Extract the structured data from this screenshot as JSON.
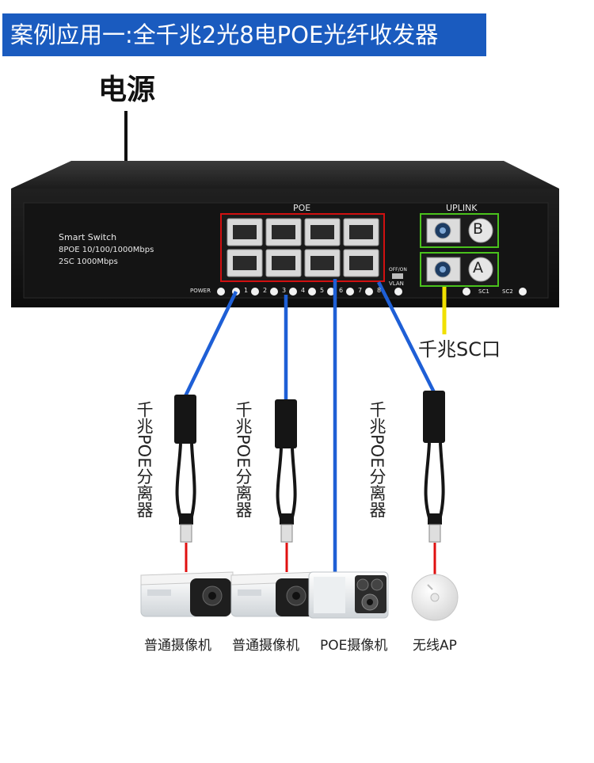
{
  "title": "案例应用一:全千兆2光8电POE光纤收发器",
  "power_label": "电源",
  "switch": {
    "brand_line1": "Smart Switch",
    "brand_line2": "8POE 10/100/1000Mbps",
    "brand_line3": "2SC 1000Mbps",
    "poe_group_label": "POE",
    "uplink_group_label": "UPLINK",
    "power_indicator_label": "POWER",
    "port_numbers": [
      "1",
      "2",
      "3",
      "4",
      "5",
      "6",
      "7",
      "8"
    ],
    "vlan_switch_top": "OFF/ON",
    "vlan_switch_bottom": "VLAN",
    "sc_port_b": "B",
    "sc_port_a": "A",
    "sc1_label": "SC1",
    "sc2_label": "SC2"
  },
  "sc_port_label": "千兆SC口",
  "splitter_label": "千兆POE分离器",
  "devices": [
    {
      "label": "普通摄像机"
    },
    {
      "label": "普通摄像机"
    },
    {
      "label": "POE摄像机"
    },
    {
      "label": "无线AP"
    }
  ],
  "colors": {
    "banner": "#1a5bbf",
    "poe_cable": "#1e5fd6",
    "fiber_cable": "#f0e000",
    "rj45_short": "#e01010",
    "poe_frame": "#d01010",
    "uplink_frame": "#4ac21c",
    "switch_body": "#1a1a1a"
  }
}
